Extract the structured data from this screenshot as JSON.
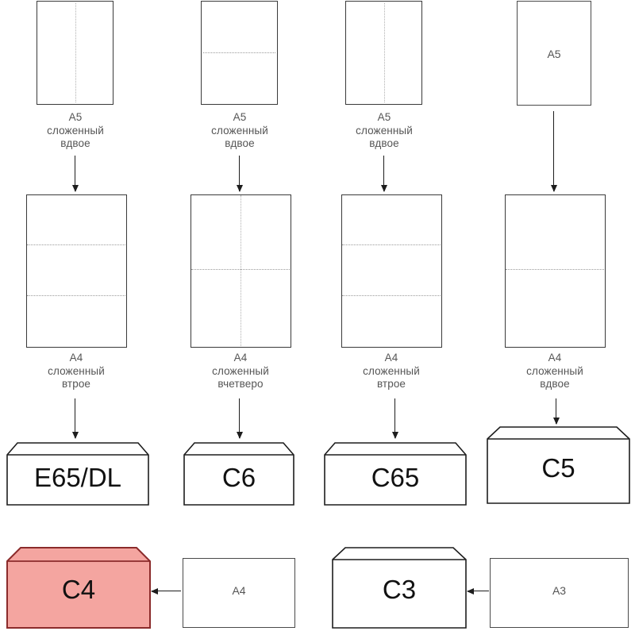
{
  "diagram": {
    "title": "Envelope and paper format fold chart",
    "colors": {
      "paper_stroke": "#3a3a3a",
      "fold_line": "#9a9a9a",
      "arrow": "#1d1d1d",
      "caption_text": "#555555",
      "envelope_stroke": "#1d1d1d",
      "highlight_fill": "#F4A5A0",
      "highlight_stroke": "#8B2B2B",
      "background": "#ffffff"
    },
    "columns": [
      {
        "id": "col1",
        "paper_small": {
          "label": "",
          "fold_type": "vertical-half"
        },
        "caption_small": "A5\nсложенный\nвдвое",
        "paper_large": {
          "label": "",
          "fold_type": "horizontal-thirds"
        },
        "caption_large": "A4\nсложенный\nвтрое",
        "envelope": "E65/DL"
      },
      {
        "id": "col2",
        "paper_small": {
          "label": "",
          "fold_type": "horizontal-half"
        },
        "caption_small": "A5\nсложенный\nвдвое",
        "paper_large": {
          "label": "",
          "fold_type": "cross-quarters"
        },
        "caption_large": "A4\nсложенный\nвчетверо",
        "envelope": "C6"
      },
      {
        "id": "col3",
        "paper_small": {
          "label": "",
          "fold_type": "vertical-half"
        },
        "caption_small": "A5\nсложенный\nвдвое",
        "paper_large": {
          "label": "",
          "fold_type": "horizontal-thirds"
        },
        "caption_large": "A4\nсложенный\nвтрое",
        "envelope": "C65"
      },
      {
        "id": "col4",
        "paper_small": {
          "label": "A5",
          "fold_type": "none"
        },
        "caption_small": "",
        "paper_large": {
          "label": "",
          "fold_type": "horizontal-half"
        },
        "caption_large": "A4\nсложенный\nвдвое",
        "envelope": "C5"
      }
    ],
    "bottom_row": [
      {
        "id": "c4-pair",
        "envelope": "C4",
        "highlighted": true,
        "source_paper": "A4"
      },
      {
        "id": "c3-pair",
        "envelope": "C3",
        "highlighted": false,
        "source_paper": "A3"
      }
    ]
  }
}
